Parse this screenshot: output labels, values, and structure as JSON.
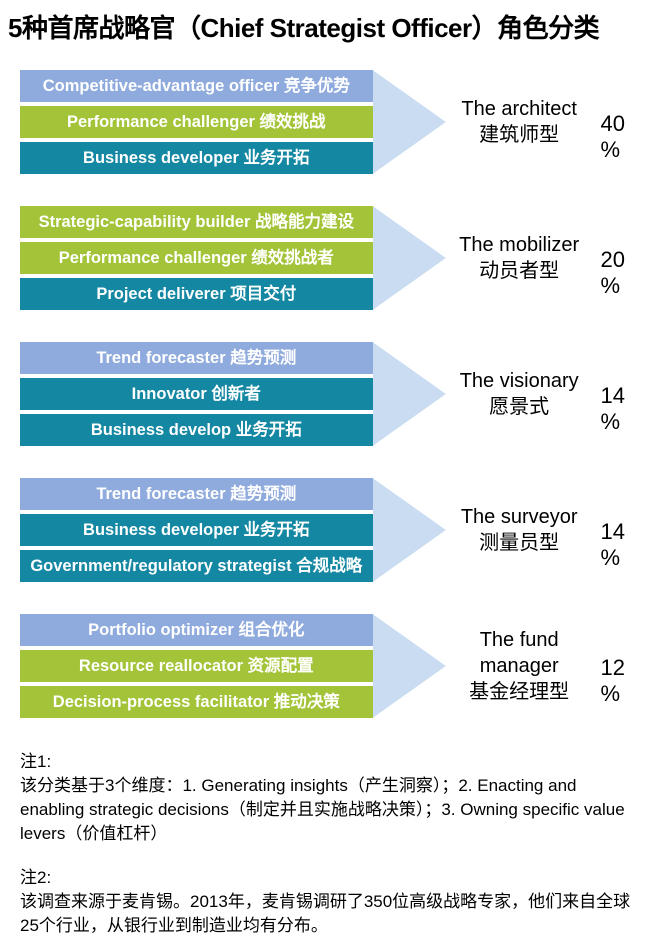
{
  "title": "5种首席战略官（Chief Strategist Officer）角色分类",
  "percent_symbol": "%",
  "palette": {
    "periwinkle": "#8FAADC",
    "green": "#A3C438",
    "teal": "#1487A2",
    "arrow": "#C9DCF1"
  },
  "groups": [
    {
      "bars": [
        {
          "label": "Competitive-advantage officer 竞争优势",
          "color": "#8FAADC"
        },
        {
          "label": "Performance challenger 绩效挑战",
          "color": "#A3C438"
        },
        {
          "label": "Business developer 业务开拓",
          "color": "#1487A2"
        }
      ],
      "name_en": "The architect",
      "name_zh": "建筑师型",
      "percent": "40"
    },
    {
      "bars": [
        {
          "label": "Strategic-capability builder 战略能力建设",
          "color": "#A3C438"
        },
        {
          "label": "Performance challenger 绩效挑战者",
          "color": "#A3C438"
        },
        {
          "label": "Project deliverer 项目交付",
          "color": "#1487A2"
        }
      ],
      "name_en": "The mobilizer",
      "name_zh": "动员者型",
      "percent": "20"
    },
    {
      "bars": [
        {
          "label": "Trend forecaster 趋势预测",
          "color": "#8FAADC"
        },
        {
          "label": "Innovator 创新者",
          "color": "#1487A2"
        },
        {
          "label": "Business develop 业务开拓",
          "color": "#1487A2"
        }
      ],
      "name_en": "The visionary",
      "name_zh": "愿景式",
      "percent": "14"
    },
    {
      "bars": [
        {
          "label": "Trend forecaster 趋势预测",
          "color": "#8FAADC"
        },
        {
          "label": "Business developer 业务开拓",
          "color": "#1487A2"
        },
        {
          "label": "Government/regulatory strategist 合规战略",
          "color": "#1487A2"
        }
      ],
      "name_en": "The surveyor",
      "name_zh": "测量员型",
      "percent": "14"
    },
    {
      "bars": [
        {
          "label": "Portfolio optimizer 组合优化",
          "color": "#8FAADC"
        },
        {
          "label": "Resource reallocator 资源配置",
          "color": "#A3C438"
        },
        {
          "label": "Decision-process facilitator 推动决策",
          "color": "#A3C438"
        }
      ],
      "name_en": "The fund manager",
      "name_zh": "基金经理型",
      "percent": "12"
    }
  ],
  "notes": [
    {
      "heading": "注1:",
      "body": "该分类基于3个维度：1. Generating insights（产生洞察）；2. Enacting and enabling strategic decisions（制定并且实施战略决策）；3. Owning specific value levers（价值杠杆）"
    },
    {
      "heading": "注2:",
      "body": "该调查来源于麦肯锡。2013年，麦肯锡调研了350位高级战略专家，他们来自全球25个行业，从银行业到制造业均有分布。"
    }
  ]
}
